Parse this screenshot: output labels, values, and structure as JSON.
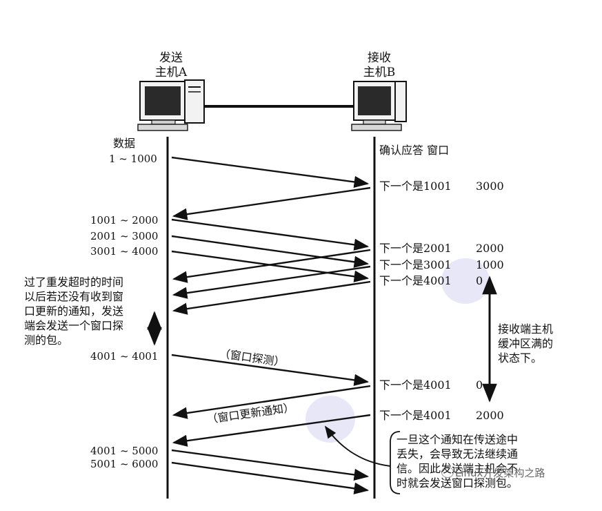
{
  "hosts": {
    "a": {
      "line1": "发送",
      "line2": "主机A"
    },
    "b": {
      "line1": "接收",
      "line2": "主机B"
    }
  },
  "left_labels": {
    "data_title": "数据",
    "seg1": "1 ~ 1000",
    "seg2": "1001 ~ 2000",
    "seg3": "2001 ~ 3000",
    "seg4": "3001 ~ 4000",
    "probe_seg": "4001 ~ 4001",
    "seg5": "4001 ~ 5000",
    "seg6": "5001 ~ 6000"
  },
  "right_labels": {
    "header": "确认应答 窗口",
    "ack1": "下一个是1001",
    "win1": "3000",
    "ack2": "下一个是2001",
    "win2": "2000",
    "ack3": "下一个是3001",
    "win3": "1000",
    "ack4": "下一个是4001",
    "win4": "0",
    "ack5": "下一个是4001",
    "win5": "0",
    "ack6": "下一个是4001",
    "win6": "2000"
  },
  "notes": {
    "timeout": [
      "过了重发超时的时间",
      "以后若还没有收到窗",
      "口更新的通知，发送",
      "端会发送一个窗口探",
      "测的包。"
    ],
    "buffer_full": [
      "接收端主机",
      "缓冲区满的",
      "状态下。"
    ],
    "lost": [
      "一旦这个通知在传送途中",
      "丢失，会导致无法继续通",
      "信。因此发送端主机会不",
      "时就会发送窗口探测包。"
    ]
  },
  "arrow_labels": {
    "probe": "（窗口探测）",
    "update": "（窗口更新通知）"
  },
  "watermark": "Linux开发架构之路",
  "colors": {
    "ink": "#111111",
    "bubble": "#c8c8ee",
    "screen": "#2a2a2a",
    "case": "#f2f2f2"
  },
  "icons": {
    "host_a": "desktop-computer-icon",
    "host_b": "desktop-computer-icon",
    "watermark": "wechat-icon"
  }
}
